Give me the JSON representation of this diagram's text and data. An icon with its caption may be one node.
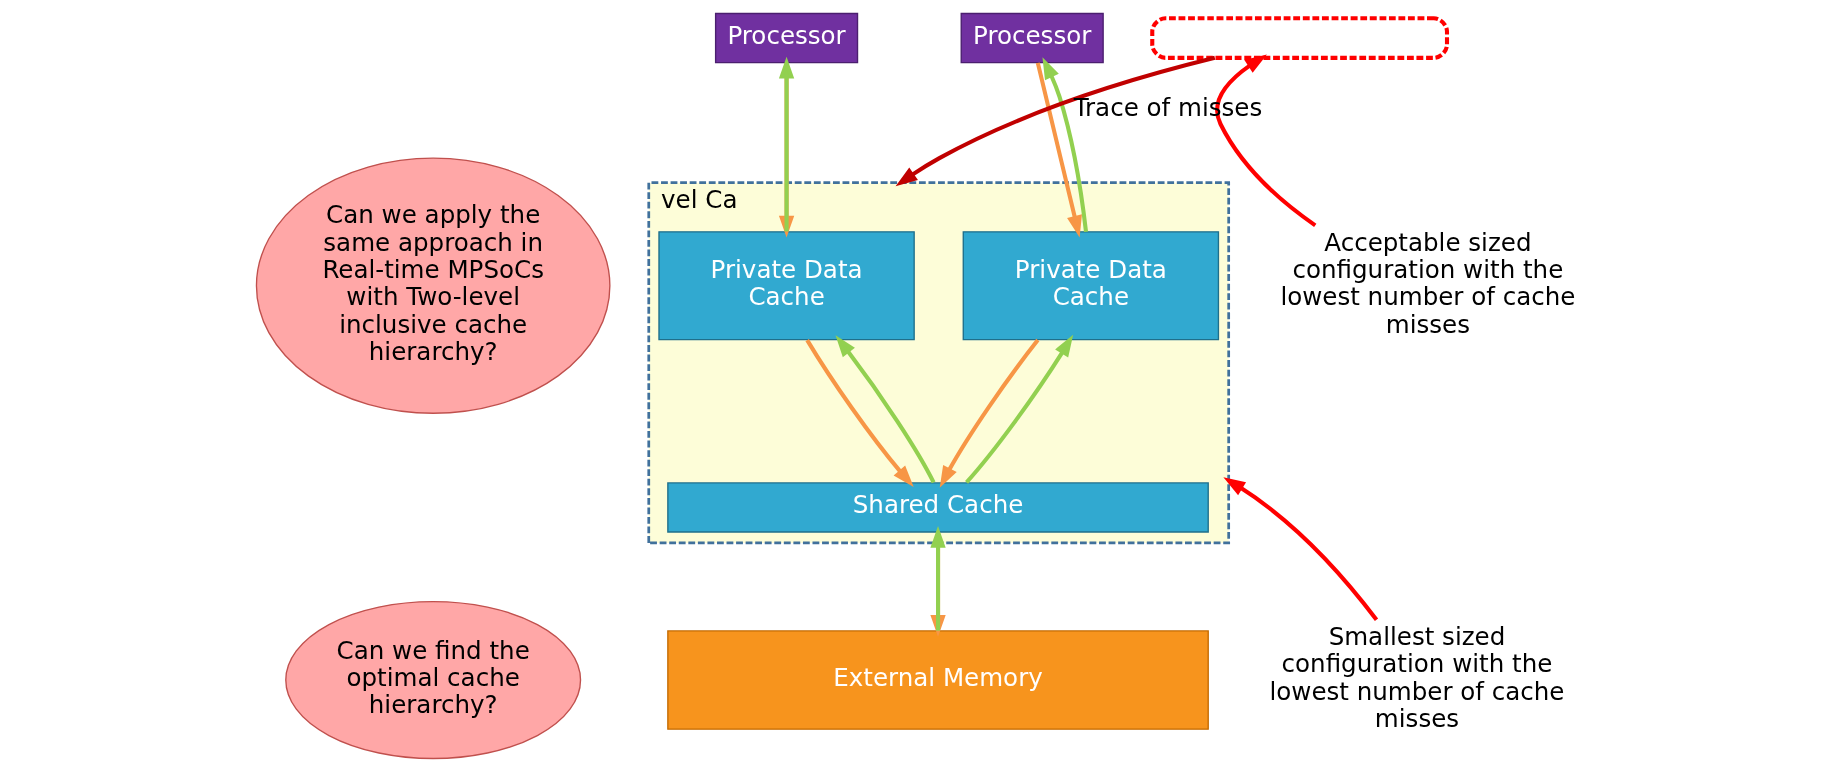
{
  "diagram": {
    "nodes": [
      {
        "text": [
          "Processor"
        ]
      },
      {
        "text": [
          "Processor"
        ]
      },
      {
        "text": [
          "vel Ca"
        ]
      },
      {
        "text": [
          "Private Data Cache"
        ],
        "in": 2
      },
      {
        "text": [
          "Private Data Cache"
        ],
        "in": 2
      },
      {
        "text": [
          "Shared Cache"
        ],
        "in": 2
      },
      {
        "text": [
          "External Memory"
        ]
      },
      {
        "text": [
          "Can we apply the same approach in Real-time MPSoCs with Two-level inclusive cache hierarchy?"
        ]
      },
      {
        "text": [
          "Can we find the optimal cache hierarchy?"
        ]
      },
      {
        "text": [
          "Acceptable sized configuration with the lowest number of cache misses"
        ]
      },
      {
        "text": [],
        "shape": "box"
      },
      {
        "text": [
          "Smallest sized configuration with the lowest number of cache misses"
        ]
      }
    ],
    "edges": [
      {
        "from": 0,
        "to": 3,
        "arrow": "to",
        "color": "#f79646"
      },
      {
        "from": 3,
        "to": 0,
        "arrow": "to",
        "color": "#92d050"
      },
      {
        "from": 1,
        "to": 4,
        "arrow": "to",
        "color": "#f79646"
      },
      {
        "from": 4,
        "to": 1,
        "arrow": "to",
        "color": "#92d050"
      },
      {
        "from": 3,
        "to": 5,
        "arrow": "to",
        "color": "#f79646"
      },
      {
        "from": 5,
        "to": 3,
        "arrow": "to",
        "color": "#92d050"
      },
      {
        "from": 4,
        "to": 5,
        "arrow": "to",
        "color": "#f79646"
      },
      {
        "from": 5,
        "to": 4,
        "arrow": "to",
        "color": "#92d050"
      },
      {
        "from": 5,
        "to": 6,
        "arrow": "to",
        "color": "#f79646"
      },
      {
        "from": 6,
        "to": 5,
        "arrow": "to",
        "color": "#92d050"
      },
      {
        "from": 9,
        "to": 10,
        "arrow": "to",
        "color": "#ff0000"
      },
      {
        "from": 11,
        "to": 2,
        "arrow": "to",
        "color": "#ff0000"
      },
      {
        "from": 10,
        "to": 2,
        "label": "Trace of misses",
        "arrow": "to",
        "color": "#c00000"
      }
    ]
  }
}
